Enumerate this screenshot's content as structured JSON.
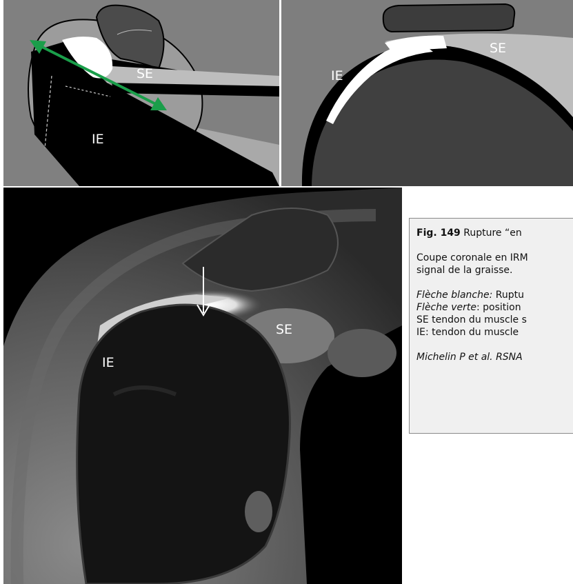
{
  "diagram_left": {
    "label_se": "SE",
    "label_ie": "IE"
  },
  "diagram_right": {
    "label_se": "SE",
    "label_ie": "IE"
  },
  "mri": {
    "label_se": "SE",
    "label_ie": "IE"
  },
  "caption": {
    "fig_num": "Fig. 149",
    "title_rest": " Rupture “en",
    "line2": "Coupe coronale en IRM",
    "line3": "signal de la graisse.",
    "white_arrow_label": "Flèche blanche:",
    "white_arrow_text": " Ruptu",
    "green_arrow_label": "Flèche verte",
    "green_arrow_text": ": position",
    "se_line": "SE tendon du muscle s",
    "ie_line": "IE: tendon du muscle",
    "reference": "Michelin P et al. RSNA"
  },
  "colors": {
    "green_arrow": "#1a9e4a",
    "white_arrow": "#ffffff",
    "caption_bg": "#f0f0f0"
  }
}
